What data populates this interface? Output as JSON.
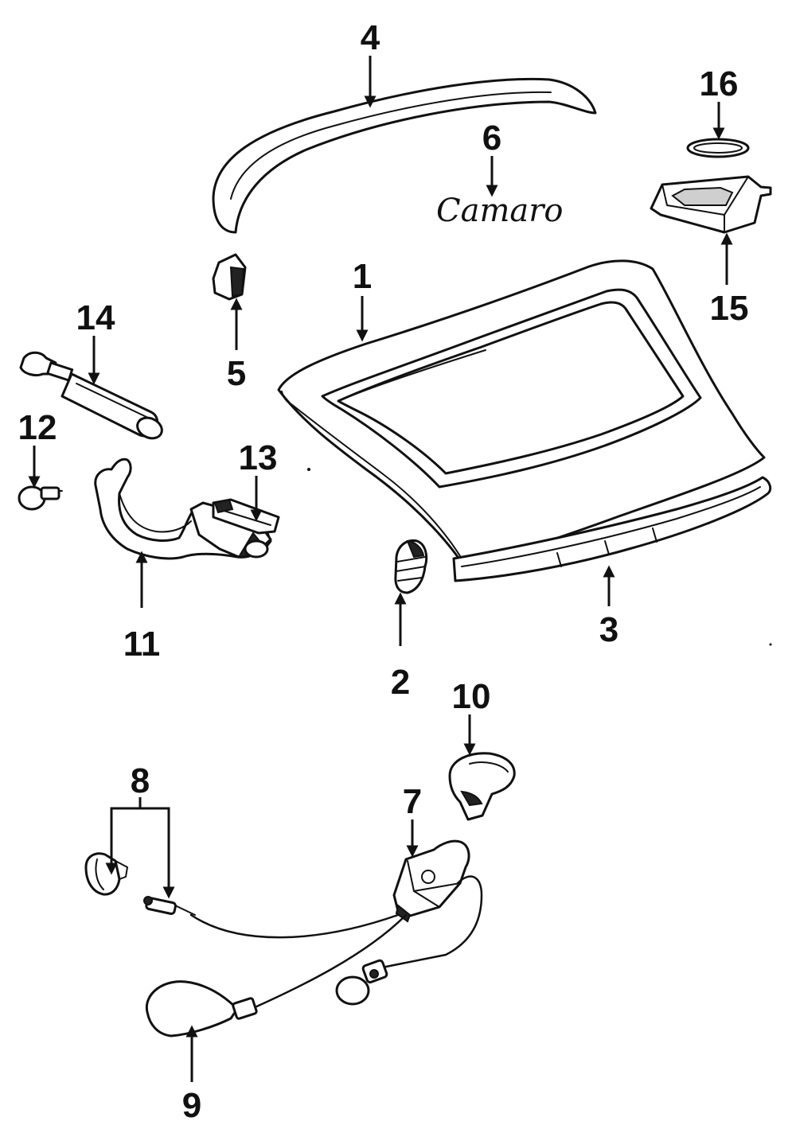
{
  "diagram": {
    "logo_text": "Camaro",
    "callouts": [
      {
        "id": "1",
        "label": "1"
      },
      {
        "id": "2",
        "label": "2"
      },
      {
        "id": "3",
        "label": "3"
      },
      {
        "id": "4",
        "label": "4"
      },
      {
        "id": "5",
        "label": "5"
      },
      {
        "id": "6",
        "label": "6"
      },
      {
        "id": "7",
        "label": "7"
      },
      {
        "id": "8",
        "label": "8"
      },
      {
        "id": "9",
        "label": "9"
      },
      {
        "id": "10",
        "label": "10"
      },
      {
        "id": "11",
        "label": "11"
      },
      {
        "id": "12",
        "label": "12"
      },
      {
        "id": "13",
        "label": "13"
      },
      {
        "id": "14",
        "label": "14"
      },
      {
        "id": "15",
        "label": "15"
      },
      {
        "id": "16",
        "label": "16"
      }
    ]
  },
  "colors": {
    "ink": "#111111",
    "paper": "#ffffff"
  }
}
